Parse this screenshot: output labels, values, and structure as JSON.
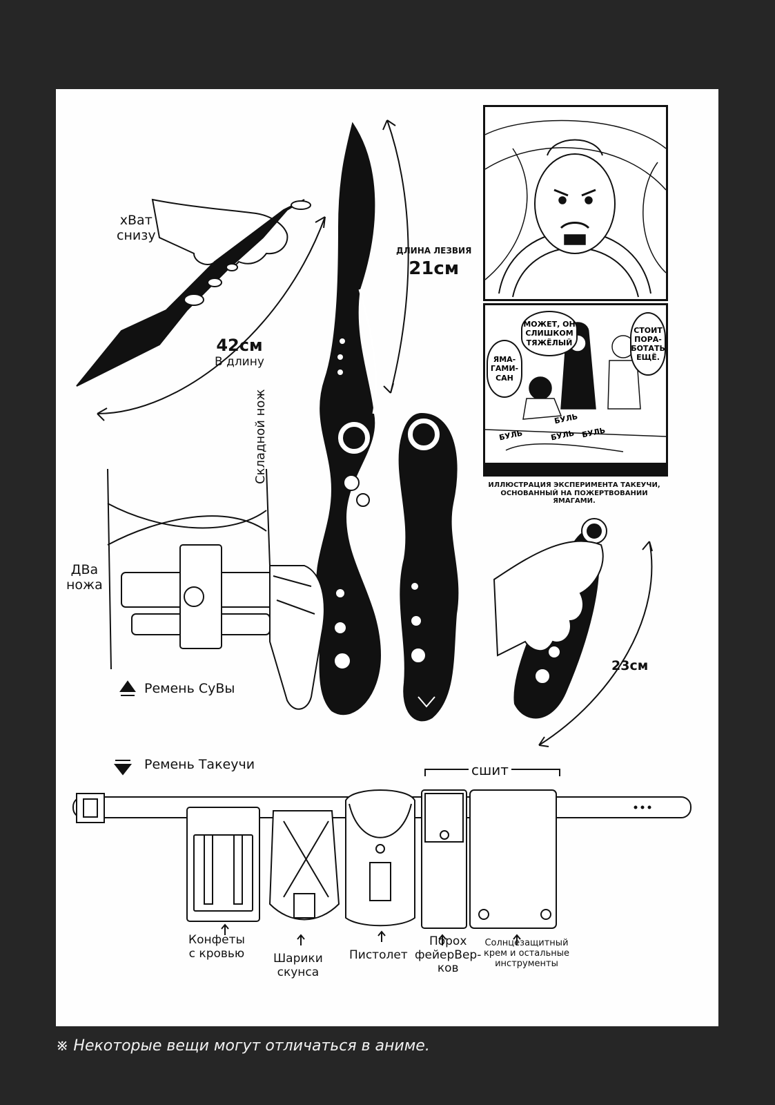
{
  "labels": {
    "underhand_grip": [
      "хВат",
      "снизу"
    ],
    "length_42": "42см",
    "length_42_sub": "В длину",
    "blade_length_title": "ДЛИНА ЛЕЗВИЯ",
    "blade_length_value": "21см",
    "folding_knife": "Складной нож",
    "two_knives": [
      "ДВа",
      "ножа"
    ],
    "suva_belt": "Ремень СуВы",
    "length_23": "23см",
    "takeuchi_belt": "Ремень Такеучи",
    "shield": "сшит",
    "pouches": [
      [
        "Конфеты",
        "с кровью"
      ],
      [
        "Шарики",
        "скунса"
      ],
      [
        "Пистолет"
      ],
      [
        "Порох",
        "фейерВер-",
        "ков"
      ],
      [
        "Солнцезащитный",
        "крем и остальные",
        "инструменты"
      ]
    ]
  },
  "comic": {
    "bubbles": [
      "МОЖЕТ, ОН\nСЛИШКОМ\nТЯЖЁЛЫЙ",
      "СТОИТ\nПОРА-\nБОТАТЬ\nЕЩЁ.",
      "ЯМА-\nГАМИ-\nСАН"
    ],
    "sfx": [
      "БУЛЬ",
      "БУЛЬ",
      "БУЛЬ",
      "БУЛЬ"
    ],
    "caption": [
      "ИЛЛЮСТРАЦИЯ ЭКСПЕРИМЕНТА ТАКЕУЧИ,",
      "ОСНОВАННЫЙ НА ПОЖЕРТВОВАНИИ ЯМАГАМИ."
    ]
  },
  "footnote": "※  Некоторые вещи могут отличаться в аниме."
}
